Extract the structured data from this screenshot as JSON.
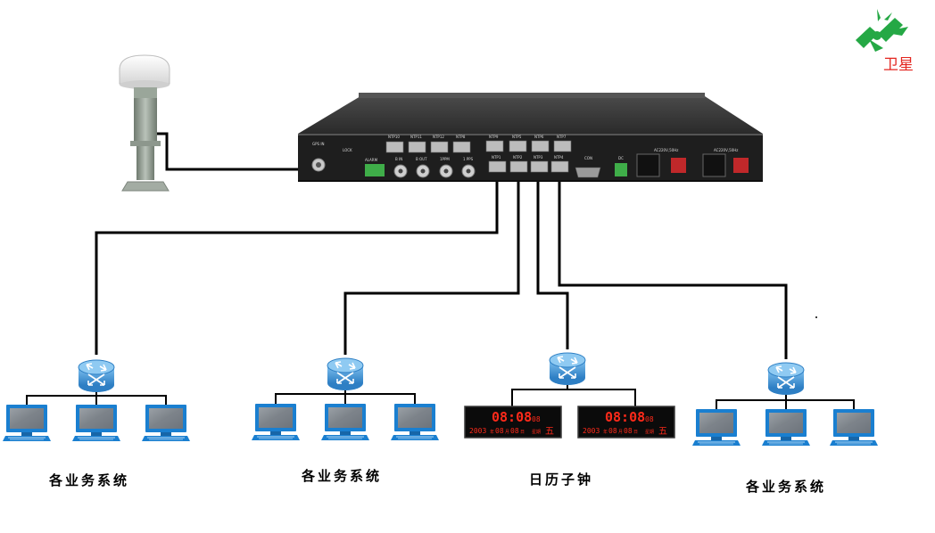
{
  "logo": {
    "text": "卫星",
    "icon": "satellite-logo-icon",
    "color": "#e3261f"
  },
  "device": {
    "gps_in_label": "GPS IN",
    "lock_label": "LOCK",
    "alarm_label": "ALARM",
    "bnc_labels": [
      "B IN",
      "B OUT",
      "1PPM",
      "1 PPS"
    ],
    "top_port_labels": [
      "NTP10",
      "NTP11",
      "NTP12",
      "NTP8",
      "NTP9",
      "NTP5",
      "NTP6",
      "NTP7"
    ],
    "bottom_port_labels": [
      "NTP1",
      "NTP2",
      "NTP3",
      "NTP4"
    ],
    "console_label": "CON",
    "dc_label": "DC",
    "power_labels": [
      "AC220V,50Hz",
      "AC220V,50Hz"
    ]
  },
  "clocks": [
    {
      "time": "08:08",
      "seconds": "08",
      "year": "2003",
      "month": "08",
      "day": "08",
      "weekday": "五",
      "year_unit": "年",
      "month_unit": "月",
      "day_unit": "日",
      "week_label": "星期"
    },
    {
      "time": "08:08",
      "seconds": "08",
      "year": "2003",
      "month": "08",
      "day": "08",
      "weekday": "五",
      "year_unit": "年",
      "month_unit": "月",
      "day_unit": "日",
      "week_label": "星期"
    }
  ],
  "groups": [
    {
      "label": "各业务系统"
    },
    {
      "label": "各业务系统"
    },
    {
      "label": "日历子钟"
    },
    {
      "label": "各业务系统"
    }
  ],
  "colors": {
    "device_body": "#232323",
    "router": "#3d8fd1",
    "monitor": "#1a7fd0",
    "clock_text": "#ff2a1a",
    "wire": "#000000"
  }
}
